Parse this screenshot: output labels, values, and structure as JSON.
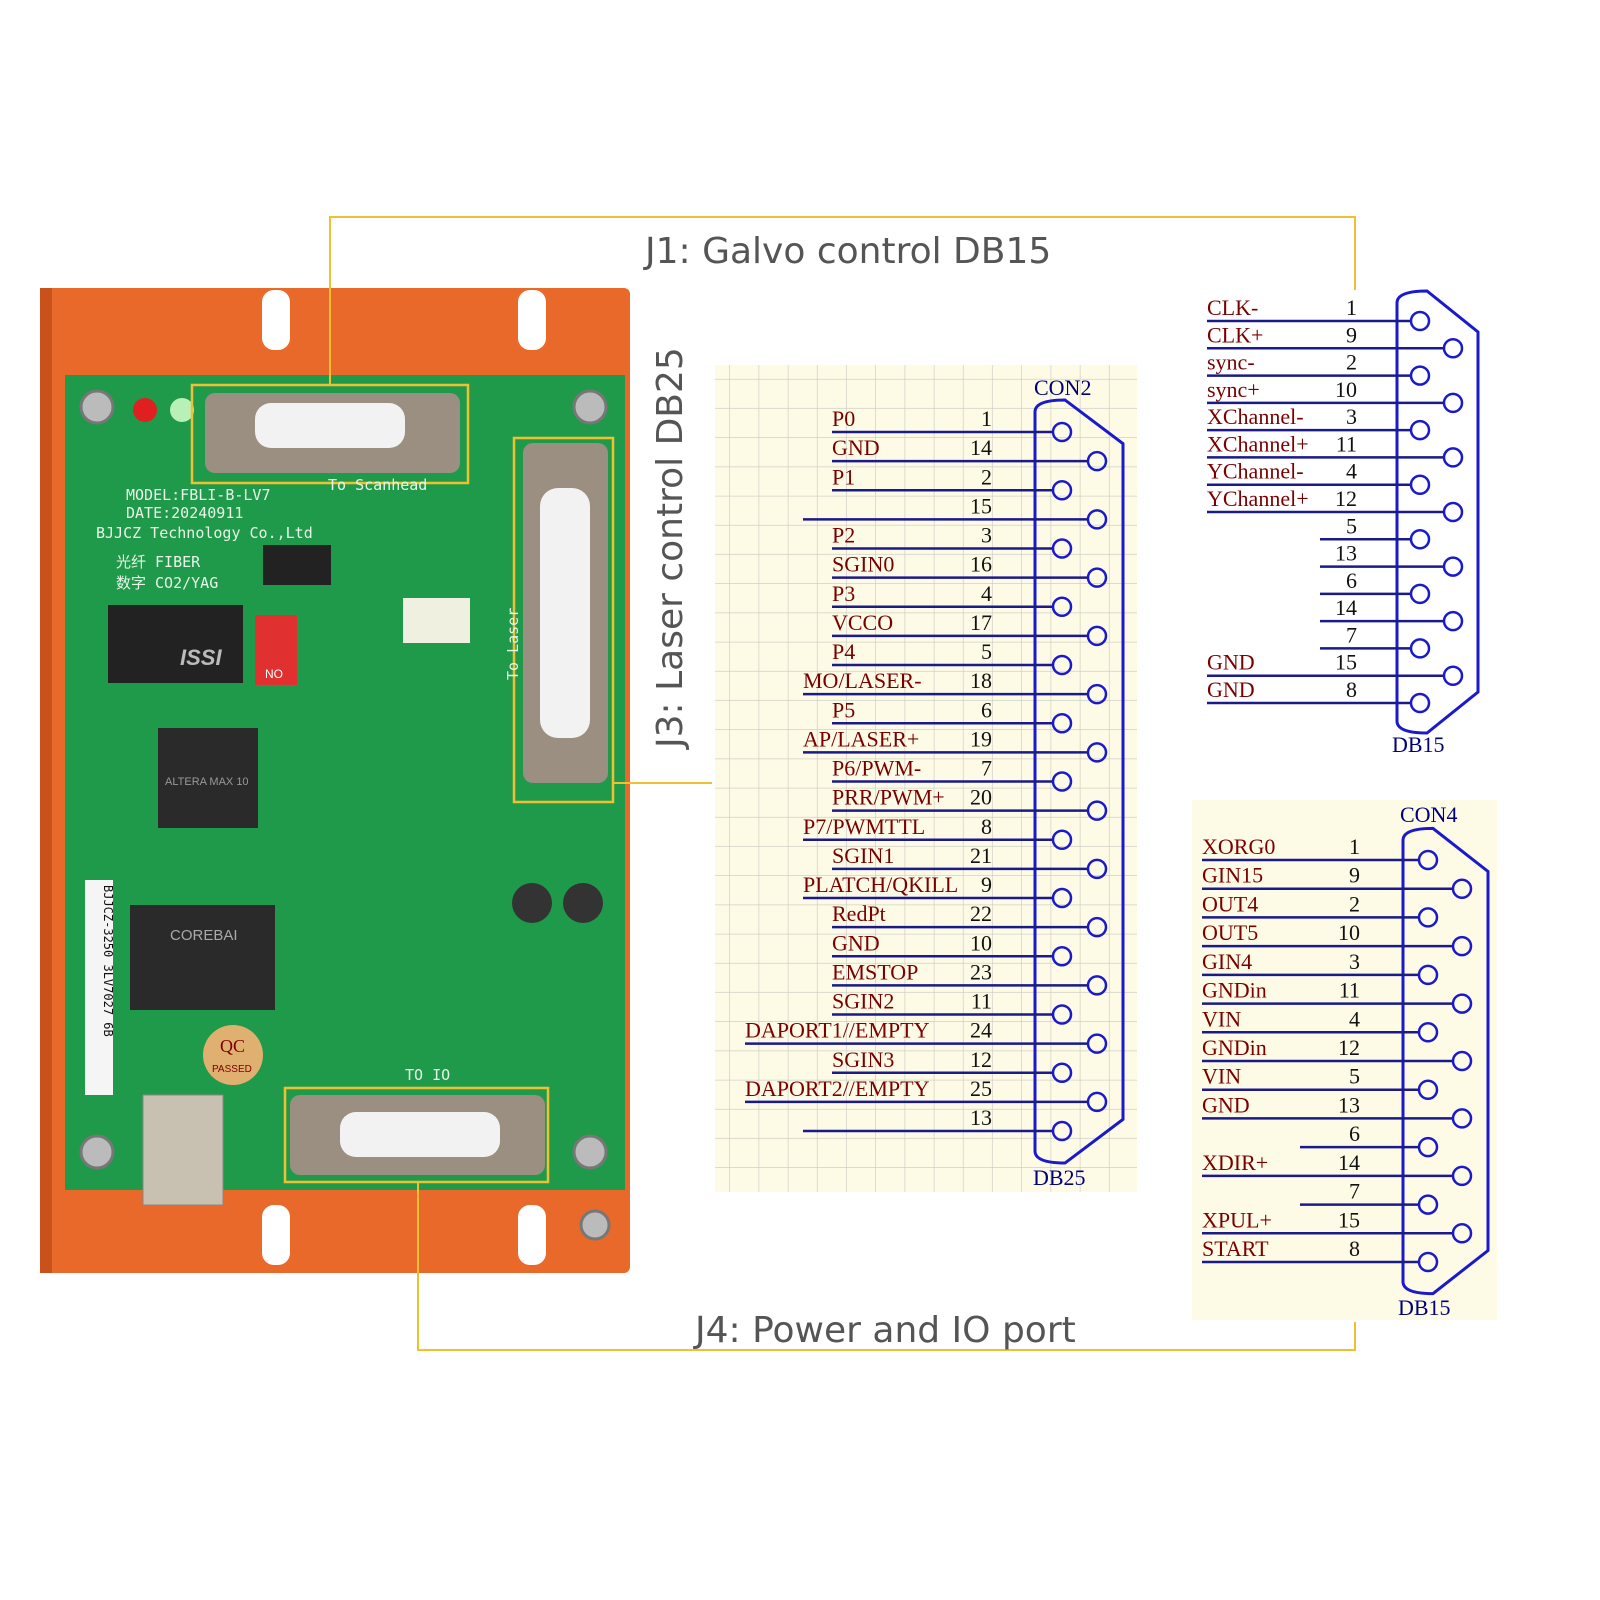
{
  "captions": {
    "j1": "J1: Galvo control DB15",
    "j3": "J3: Laser control DB25",
    "j4": "J4: Power and IO port"
  },
  "board": {
    "model": "MODEL:FBLI-B-LV7",
    "date": "DATE:20240911",
    "maker": "BJJCZ Technology Co.,Ltd",
    "fiber": "光纤 FIBER",
    "co2": "数字 CO2/YAG",
    "to_scanhead": "To Scanhead",
    "to_laser": "To Laser",
    "to_io": "TO IO",
    "qc": "QC",
    "passed": "PASSED",
    "chip1": "ISSI",
    "chip2": "ALTERA MAX 10",
    "chip3": "COREBAI",
    "no": "NO",
    "serial": "BJJCZ-3250 3LV7027 6B"
  },
  "colors": {
    "accent_line": "#f0c030",
    "schematic_blue": "#1a1acc",
    "label_red": "#7a0000",
    "pcb_green": "#1f9a4a",
    "enclosure": "#e8692a"
  },
  "db25": {
    "title": "CON2",
    "footer": "DB25",
    "pins": [
      {
        "label": "P0",
        "num": "1"
      },
      {
        "label": "GND",
        "num": "14"
      },
      {
        "label": "P1",
        "num": "2"
      },
      {
        "label": "",
        "num": "15"
      },
      {
        "label": "P2",
        "num": "3"
      },
      {
        "label": "SGIN0",
        "num": "16"
      },
      {
        "label": "P3",
        "num": "4"
      },
      {
        "label": "VCCO",
        "num": "17"
      },
      {
        "label": "P4",
        "num": "5"
      },
      {
        "label": "MO/LASER-",
        "num": "18"
      },
      {
        "label": "P5",
        "num": "6"
      },
      {
        "label": "AP/LASER+",
        "num": "19"
      },
      {
        "label": "P6/PWM-",
        "num": "7"
      },
      {
        "label": "PRR/PWM+",
        "num": "20"
      },
      {
        "label": "P7/PWMTTL",
        "num": "8"
      },
      {
        "label": "SGIN1",
        "num": "21"
      },
      {
        "label": "PLATCH/QKILL",
        "num": "9"
      },
      {
        "label": "RedPt",
        "num": "22"
      },
      {
        "label": "GND",
        "num": "10"
      },
      {
        "label": "EMSTOP",
        "num": "23"
      },
      {
        "label": "SGIN2",
        "num": "11"
      },
      {
        "label": "DAPORT1//EMPTY",
        "num": "24"
      },
      {
        "label": "SGIN3",
        "num": "12"
      },
      {
        "label": "DAPORT2//EMPTY",
        "num": "25"
      },
      {
        "label": "",
        "num": "13"
      }
    ]
  },
  "db15_galvo": {
    "footer": "DB15",
    "pins": [
      {
        "label": "CLK-",
        "num": "1"
      },
      {
        "label": "CLK+",
        "num": "9"
      },
      {
        "label": "sync-",
        "num": "2"
      },
      {
        "label": "sync+",
        "num": "10"
      },
      {
        "label": "XChannel-",
        "num": "3"
      },
      {
        "label": "XChannel+",
        "num": "11"
      },
      {
        "label": "YChannel-",
        "num": "4"
      },
      {
        "label": "YChannel+",
        "num": "12"
      },
      {
        "label": "",
        "num": "5"
      },
      {
        "label": "",
        "num": "13"
      },
      {
        "label": "",
        "num": "6"
      },
      {
        "label": "",
        "num": "14"
      },
      {
        "label": "",
        "num": "7"
      },
      {
        "label": "GND",
        "num": "15"
      },
      {
        "label": "GND",
        "num": "8"
      }
    ]
  },
  "db15_io": {
    "title": "CON4",
    "footer": "DB15",
    "pins": [
      {
        "label": "XORG0",
        "num": "1"
      },
      {
        "label": "GIN15",
        "num": "9"
      },
      {
        "label": "OUT4",
        "num": "2"
      },
      {
        "label": "OUT5",
        "num": "10"
      },
      {
        "label": "GIN4",
        "num": "3"
      },
      {
        "label": "GNDin",
        "num": "11"
      },
      {
        "label": "VIN",
        "num": "4"
      },
      {
        "label": "GNDin",
        "num": "12"
      },
      {
        "label": "VIN",
        "num": "5"
      },
      {
        "label": "GND",
        "num": "13"
      },
      {
        "label": "",
        "num": "6"
      },
      {
        "label": "XDIR+",
        "num": "14"
      },
      {
        "label": "",
        "num": "7"
      },
      {
        "label": "XPUL+",
        "num": "15"
      },
      {
        "label": "START",
        "num": "8"
      }
    ]
  }
}
